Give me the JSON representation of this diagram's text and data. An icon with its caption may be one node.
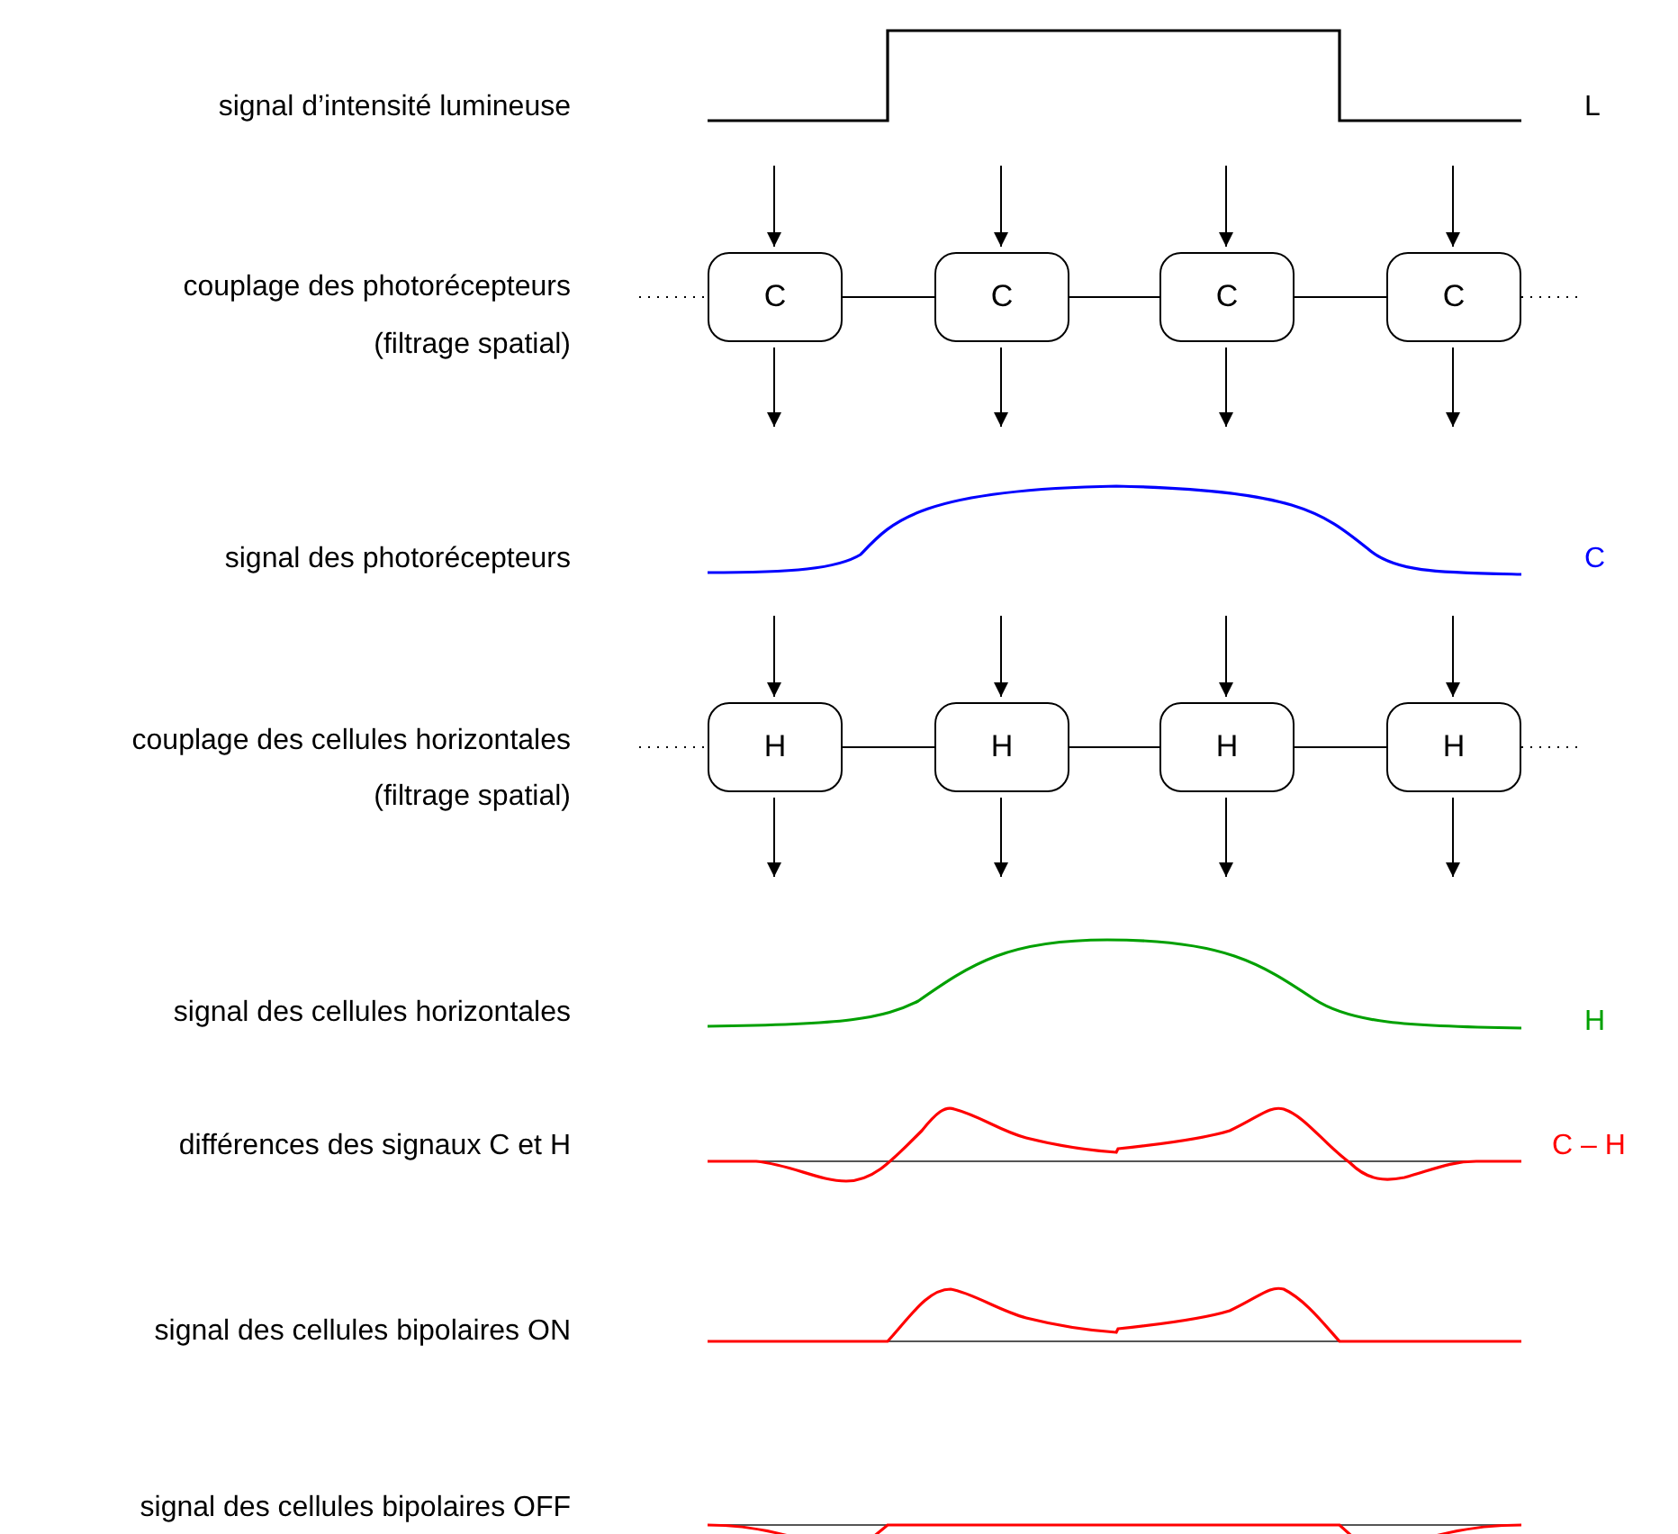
{
  "diagram": {
    "nodes": [
      {
        "text": [
          "C"
        ]
      },
      {
        "text": [
          "C"
        ]
      },
      {
        "text": [
          "C"
        ]
      },
      {
        "text": [
          "C"
        ]
      },
      {
        "text": [
          "H"
        ]
      },
      {
        "text": [
          "H"
        ]
      },
      {
        "text": [
          "H"
        ]
      },
      {
        "text": [
          "H"
        ]
      }
    ],
    "edges": [
      {
        "from": null,
        "to": 0,
        "arrow": "to"
      },
      {
        "from": null,
        "to": 1,
        "arrow": "to"
      },
      {
        "from": null,
        "to": 2,
        "arrow": "to"
      },
      {
        "from": null,
        "to": 3,
        "arrow": "to"
      },
      {
        "from": null,
        "to": 0,
        "arrow": "none",
        "style": "dashed"
      },
      {
        "from": 0,
        "to": 1,
        "arrow": "none"
      },
      {
        "from": 1,
        "to": 2,
        "arrow": "none"
      },
      {
        "from": 2,
        "to": 3,
        "arrow": "none"
      },
      {
        "from": 3,
        "to": null,
        "arrow": "none",
        "style": "dashed"
      },
      {
        "from": 0,
        "to": null,
        "arrow": "to"
      },
      {
        "from": 1,
        "to": null,
        "arrow": "to"
      },
      {
        "from": 2,
        "to": null,
        "arrow": "to"
      },
      {
        "from": 3,
        "to": null,
        "arrow": "to"
      },
      {
        "from": null,
        "to": 4,
        "arrow": "to"
      },
      {
        "from": null,
        "to": 5,
        "arrow": "to"
      },
      {
        "from": null,
        "to": 6,
        "arrow": "to"
      },
      {
        "from": null,
        "to": 7,
        "arrow": "to"
      },
      {
        "from": null,
        "to": 4,
        "arrow": "none",
        "style": "dashed"
      },
      {
        "from": 4,
        "to": 5,
        "arrow": "none"
      },
      {
        "from": 5,
        "to": 6,
        "arrow": "none"
      },
      {
        "from": 6,
        "to": 7,
        "arrow": "none"
      },
      {
        "from": 7,
        "to": null,
        "arrow": "none",
        "style": "dashed"
      },
      {
        "from": 4,
        "to": null,
        "arrow": "to"
      },
      {
        "from": 5,
        "to": null,
        "arrow": "to"
      },
      {
        "from": 6,
        "to": null,
        "arrow": "to"
      },
      {
        "from": 7,
        "to": null,
        "arrow": "to"
      }
    ],
    "labels": [
      "signal d’intensité lumineuse",
      "L",
      "couplage des photorécepteurs",
      "(filtrage spatial)",
      "signal des photorécepteurs",
      "C",
      "couplage des cellules horizontales",
      "(filtrage spatial)",
      "signal des cellules horizontales",
      "H",
      "différences des signaux C et H",
      "C – H",
      "signal des cellules bipolaires ON",
      "signal des cellules bipolaires OFF"
    ]
  }
}
